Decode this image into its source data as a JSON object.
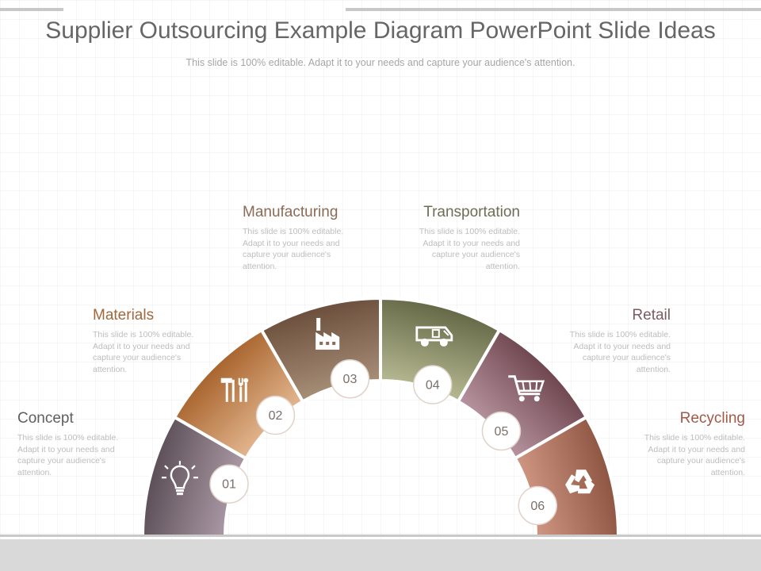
{
  "header": {
    "title": "Supplier Outsourcing Example Diagram PowerPoint Slide Ideas",
    "subtitle": "This slide is 100% editable. Adapt it to your needs and capture your audience's attention."
  },
  "steps": [
    {
      "number": "01",
      "title": "Concept",
      "desc": "This slide is 100% editable. Adapt it to your needs and capture your audience's attention.",
      "icon": "lightbulb-icon",
      "color_dark": "#5c4f58",
      "color_light": "#a695a0"
    },
    {
      "number": "02",
      "title": "Materials",
      "desc": "This slide is 100% editable. Adapt it to your needs and capture your audience's attention.",
      "icon": "tools-icon",
      "color_dark": "#a8642d",
      "color_light": "#e0b28a"
    },
    {
      "number": "03",
      "title": "Manufacturing",
      "desc": "This slide is 100% editable. Adapt it to your needs and capture your audience's attention.",
      "icon": "factory-icon",
      "color_dark": "#6b4f3c",
      "color_light": "#a48b74"
    },
    {
      "number": "04",
      "title": "Transportation",
      "desc": "This slide is 100% editable. Adapt it to your needs and capture your audience's attention.",
      "icon": "truck-icon",
      "color_dark": "#646846",
      "color_light": "#b2b58e"
    },
    {
      "number": "05",
      "title": "Retail",
      "desc": "This slide is 100% editable. Adapt it to your needs and capture your audience's attention.",
      "icon": "shopping-cart-icon",
      "color_dark": "#6f4650",
      "color_light": "#b3909b"
    },
    {
      "number": "06",
      "title": "Recycling",
      "desc": "This slide is 100% editable. Adapt it to your needs and capture your audience's attention.",
      "icon": "recycle-icon",
      "color_dark": "#8e5543",
      "color_light": "#cc937f"
    }
  ],
  "colors": {
    "title_text": "#666666",
    "label_left": "#5f5f5f",
    "label_materials": "#a0683c",
    "label_manufacturing": "#8b6b55",
    "label_transportation": "#6e6e55",
    "label_retail": "#7c5a62",
    "label_recycling": "#a05a47"
  }
}
